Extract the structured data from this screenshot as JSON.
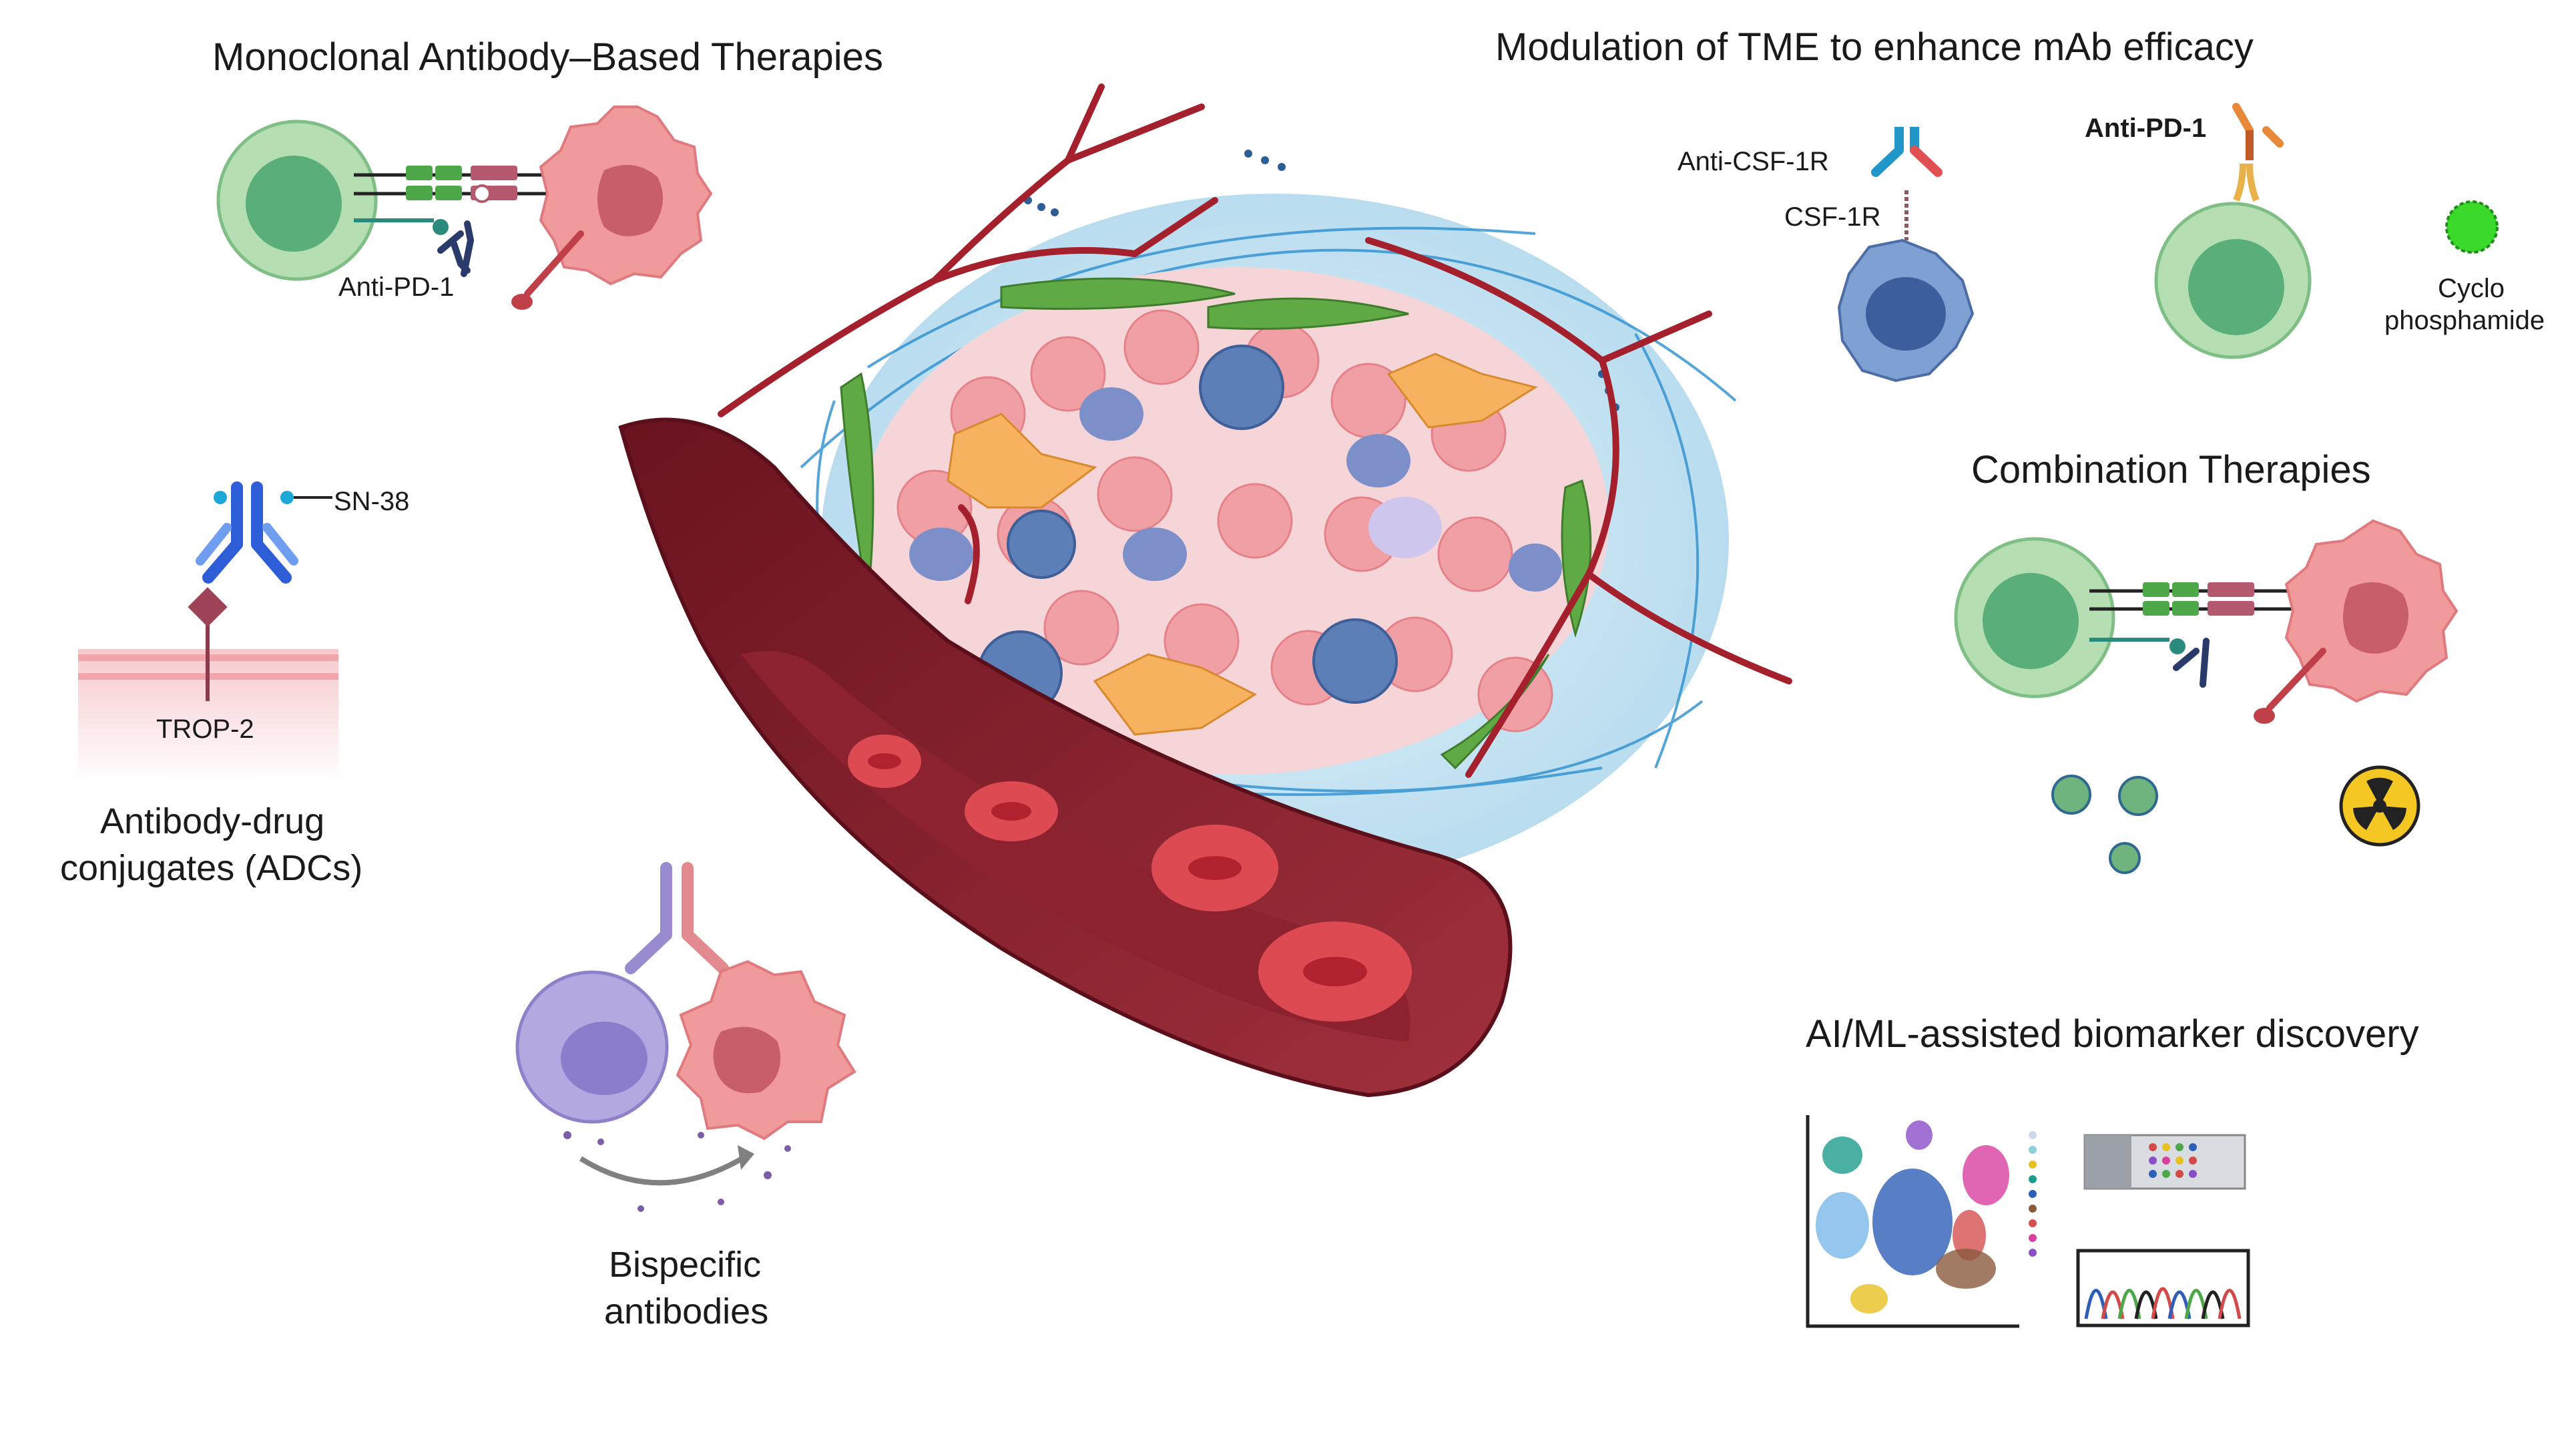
{
  "sections": {
    "monoclonal_title": "Monoclonal Antibody–Based Therapies",
    "tme_title": "Modulation of TME to enhance mAb efficacy",
    "adc_title_line1": "Antibody-drug",
    "adc_title_line2": "conjugates (ADCs)",
    "combination_title": "Combination Therapies",
    "bispecific_line1": "Bispecific",
    "bispecific_line2": "antibodies",
    "aiml_title": "AI/ML-assisted biomarker discovery"
  },
  "labels": {
    "anti_pd1_left": "Anti-PD-1",
    "sn38": "SN-38",
    "trop2": "TROP-2",
    "anti_csf1r": "Anti-CSF-1R",
    "csf1r": "CSF-1R",
    "anti_pd1_right": "Anti-PD-1",
    "cyclo_line1": "Cyclo",
    "cyclo_line2": "phosphamide"
  },
  "colors": {
    "t_cell_outer": "#a9d8a8",
    "t_cell_inner": "#5aae7a",
    "tumor_cell": "#f09a9c",
    "tumor_nucleus": "#d0646c",
    "vessel": "#7a1b28",
    "rbc": "#dd4a52",
    "macrophage": "#5d7fb8",
    "fibroblast": "#f6b25e",
    "tme_bg": "#cbe6f3",
    "bispecific_cell": "#a99ad6"
  },
  "icons": [
    "t-cell",
    "tumor-cell",
    "antibody",
    "macrophage",
    "cyclophosphamide-particle",
    "radiation-symbol",
    "scatter-plot",
    "array-slide",
    "chromatogram"
  ]
}
